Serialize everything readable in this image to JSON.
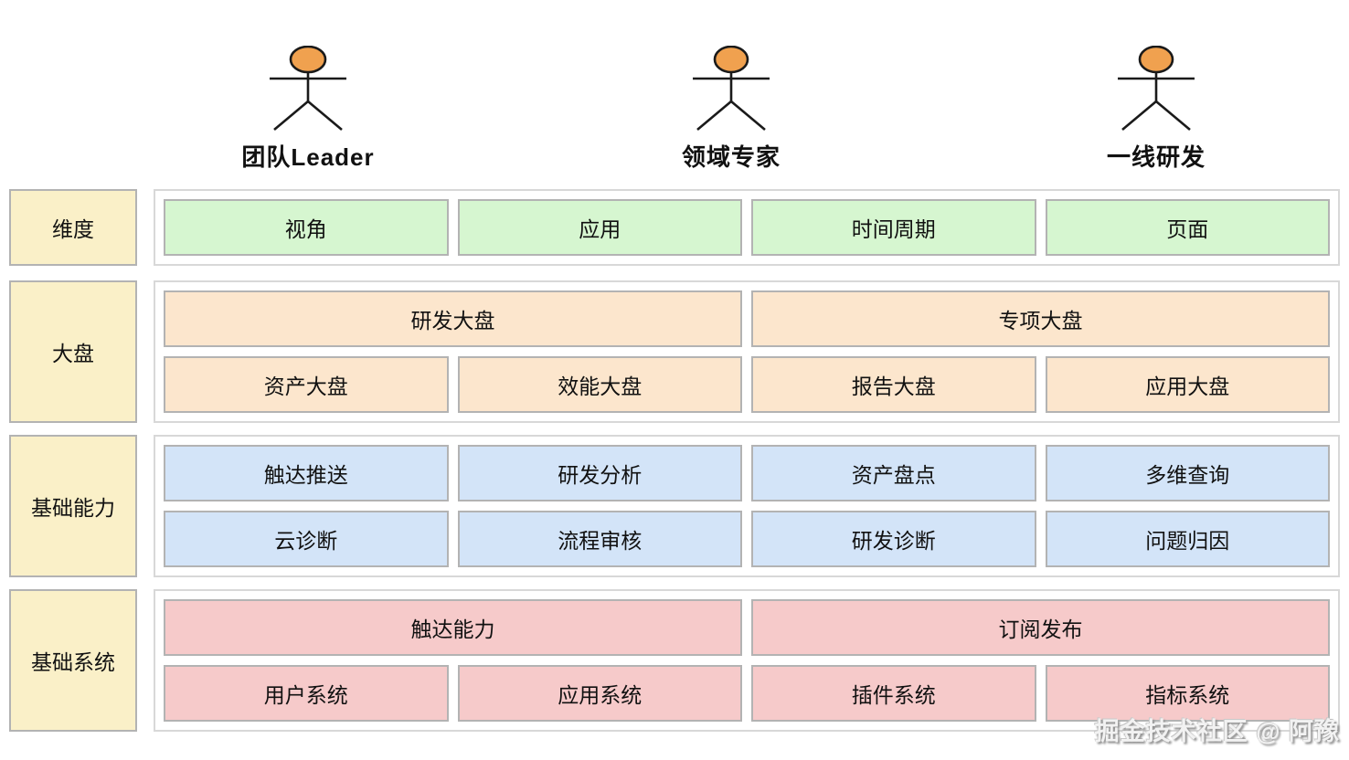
{
  "actors": [
    {
      "name": "团队Leader"
    },
    {
      "name": "领域专家"
    },
    {
      "name": "一线研发"
    }
  ],
  "bands": [
    {
      "label": "维度",
      "rows": [
        [
          "视角",
          "应用",
          "时间周期",
          "页面"
        ]
      ]
    },
    {
      "label": "大盘",
      "rows": [
        [
          "研发大盘",
          "专项大盘"
        ],
        [
          "资产大盘",
          "效能大盘",
          "报告大盘",
          "应用大盘"
        ]
      ]
    },
    {
      "label": "基础能力",
      "rows": [
        [
          "触达推送",
          "研发分析",
          "资产盘点",
          "多维查询"
        ],
        [
          "云诊断",
          "流程审核",
          "研发诊断",
          "问题归因"
        ]
      ]
    },
    {
      "label": "基础系统",
      "rows": [
        [
          "触达能力",
          "订阅发布"
        ],
        [
          "用户系统",
          "应用系统",
          "插件系统",
          "指标系统"
        ]
      ]
    }
  ],
  "watermark": "掘金技术社区 @ 阿豫",
  "colors": {
    "label_fill": "#faf0c8",
    "dimension_fill": "#d6f6d0",
    "dashboard_fill": "#fce6cd",
    "capability_fill": "#d3e4f8",
    "system_fill": "#f6caca",
    "box_border": "#b3b3b3",
    "container_border": "#d8d8d8",
    "actor_head_fill": "#f0a14f"
  }
}
